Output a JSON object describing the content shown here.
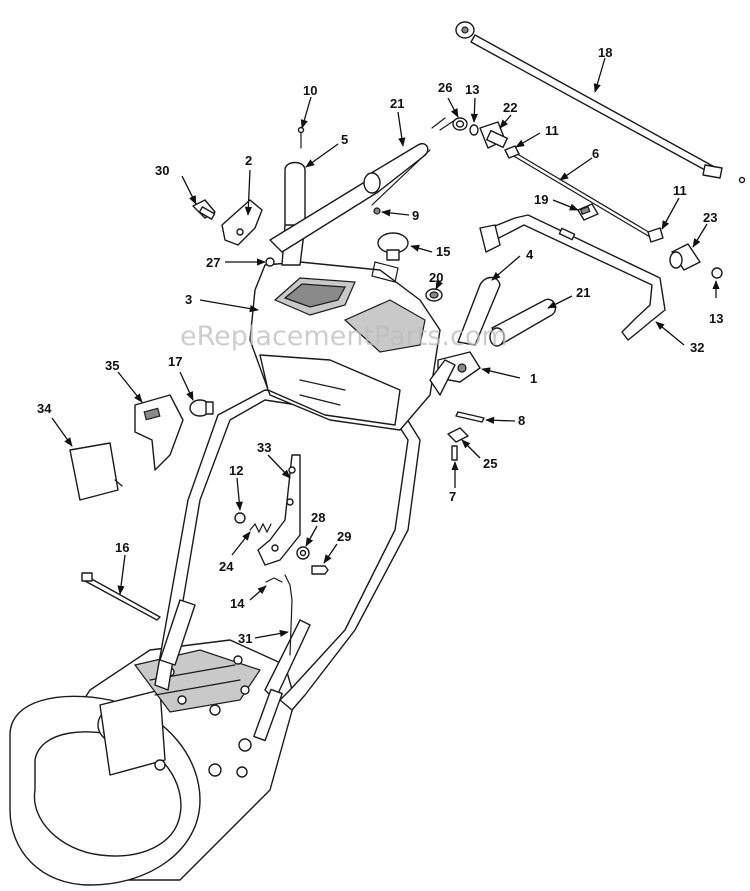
{
  "watermark": "eReplacementParts.com",
  "colors": {
    "line": "#1a1a1a",
    "shade": "#8a8a8a",
    "watermark": "#bdbdbd"
  },
  "callouts": [
    "1",
    "2",
    "3",
    "4",
    "5",
    "6",
    "7",
    "8",
    "9",
    "10",
    "11",
    "11",
    "12",
    "13",
    "13",
    "14",
    "15",
    "16",
    "17",
    "18",
    "19",
    "20",
    "21",
    "21",
    "23",
    "24",
    "25",
    "26",
    "27",
    "28",
    "29",
    "30",
    "31",
    "32",
    "33",
    "34",
    "35",
    "22"
  ]
}
